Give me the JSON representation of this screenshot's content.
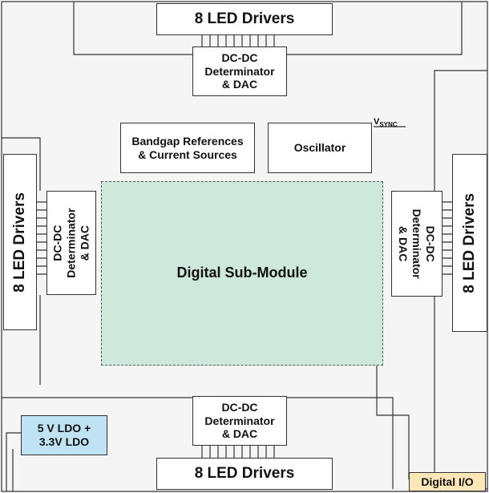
{
  "colors": {
    "background": "#f5f5f5",
    "digital_sub_module_fill": "#cfe8dc",
    "ldo_fill": "#bfe3f2",
    "digital_io_fill": "#fde6b8",
    "line": "#333333"
  },
  "led_drivers_label": "8 LED Drivers",
  "dcdc_label": "DC-DC\nDeterminator\n& DAC",
  "bandgap": {
    "label": "Bandgap References\n& Current Sources"
  },
  "oscillator": {
    "label": "Oscillator"
  },
  "vsync": {
    "main": "V",
    "sub": "SYNC"
  },
  "digital_sub_module": {
    "label": "Digital Sub-Module"
  },
  "ldo": {
    "label": "5 V LDO +\n3.3V LDO"
  },
  "digital_io": {
    "label": "Digital I/O"
  }
}
